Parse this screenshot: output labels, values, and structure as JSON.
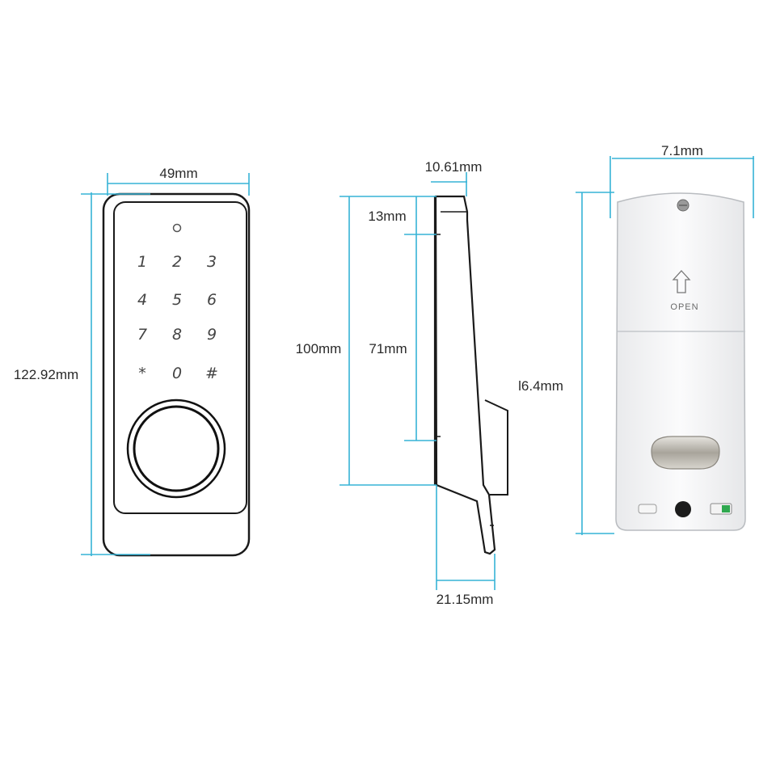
{
  "dimensions": {
    "front_width": "49mm",
    "front_height": "122.92mm",
    "side_top_thickness": "10.61mm",
    "side_offset_top": "13mm",
    "side_height": "100mm",
    "side_inner_height": "71mm",
    "side_bottom_depth": "21.15mm",
    "back_width": "7.1mm",
    "back_height": "l6.4mm"
  },
  "keypad": [
    "1",
    "2",
    "3",
    "4",
    "5",
    "6",
    "7",
    "8",
    "9",
    "*",
    "0",
    "#"
  ],
  "back_panel": {
    "open_label": "OPEN"
  },
  "colors": {
    "dimension_line": "#36b3d6",
    "outline": "#1a1a1a",
    "indicator_green": "#2fa84f"
  }
}
